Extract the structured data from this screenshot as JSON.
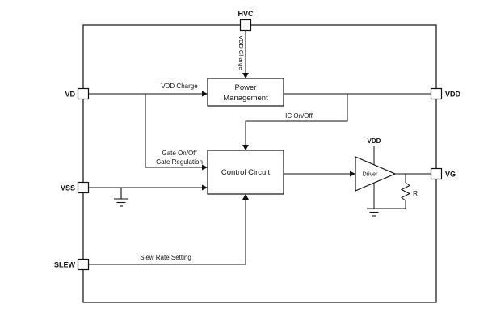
{
  "pins": {
    "hvc": "HVC",
    "vd": "VD",
    "vss": "VSS",
    "slew": "SLEW",
    "vdd": "VDD",
    "vg": "VG"
  },
  "blocks": {
    "power_management": {
      "line1": "Power",
      "line2": "Management"
    },
    "control_circuit": "Control Circuit",
    "driver": "Driver"
  },
  "labels": {
    "vdd_charge_vertical": "VDD Charge",
    "vdd_charge_horizontal": "VDD Charge",
    "ic_on_off": "IC On/Off",
    "gate_on_off": "Gate On/Off",
    "gate_regulation": "Gate Regulation",
    "slew_rate_setting": "Slew Rate Setting",
    "driver_supply": "VDD",
    "resistor": "R"
  },
  "colors": {
    "line": "#111111",
    "background": "#ffffff"
  }
}
